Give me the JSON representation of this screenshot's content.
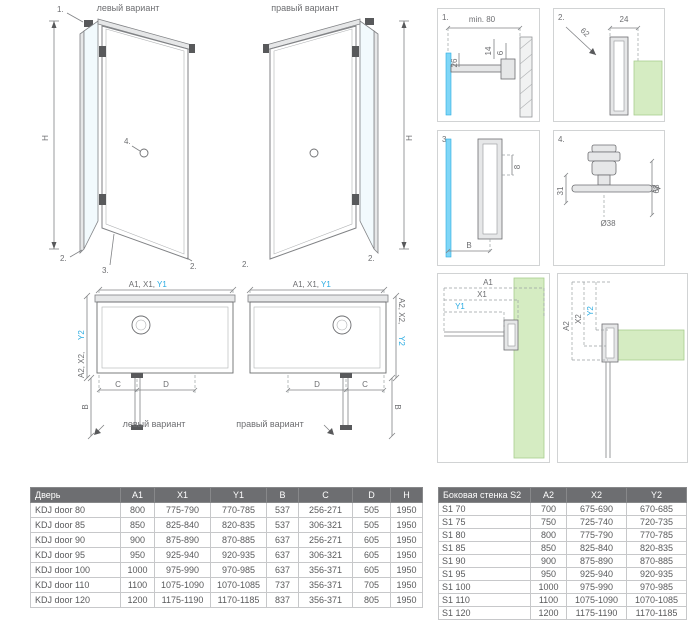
{
  "colors": {
    "accent_blue": "#29abe2",
    "wall_green": "#d5ecc2",
    "glass_blue": "#7fd6f7",
    "table_header_gray": "#6d6e71"
  },
  "iso": {
    "left_caption": "левый вариант",
    "right_caption": "правый вариант",
    "h_label": "H",
    "callout_1": "1.",
    "callout_2": "2.",
    "callout_3": "3.",
    "callout_4": "4."
  },
  "details": {
    "d1": {
      "num": "1.",
      "min80": "min. 80",
      "v26": "26",
      "v14": "14",
      "v6": "6"
    },
    "d2": {
      "num": "2.",
      "v62": "62",
      "v24": "24"
    },
    "d3": {
      "num": "3.",
      "vB": "B",
      "v8": "8"
    },
    "d4": {
      "num": "4.",
      "v31": "31",
      "d38": "Ø38",
      "v68": "68"
    }
  },
  "plan": {
    "dims_h_gray": "A1, X1,",
    "dims_h_blue": "Y1",
    "dims_v_gray": "A2, X2,",
    "dims_v_blue": "Y2",
    "b": "B",
    "c": "C",
    "d": "D",
    "left_caption": "левый вариант",
    "right_caption": "правый вариант"
  },
  "corner": {
    "a1": "A1",
    "x1": "X1",
    "y1": "Y1",
    "a2": "A2",
    "x2": "X2",
    "y2": "Y2"
  },
  "door_table": {
    "headers": [
      "Дверь",
      "A1",
      "X1",
      "Y1",
      "B",
      "C",
      "D",
      "H"
    ],
    "rows": [
      [
        "KDJ door 80",
        "800",
        "775-790",
        "770-785",
        "537",
        "256-271",
        "505",
        "1950"
      ],
      [
        "KDJ door 85",
        "850",
        "825-840",
        "820-835",
        "537",
        "306-321",
        "505",
        "1950"
      ],
      [
        "KDJ door 90",
        "900",
        "875-890",
        "870-885",
        "637",
        "256-271",
        "605",
        "1950"
      ],
      [
        "KDJ door 95",
        "950",
        "925-940",
        "920-935",
        "637",
        "306-321",
        "605",
        "1950"
      ],
      [
        "KDJ door 100",
        "1000",
        "975-990",
        "970-985",
        "637",
        "356-371",
        "605",
        "1950"
      ],
      [
        "KDJ door 110",
        "1100",
        "1075-1090",
        "1070-1085",
        "737",
        "356-371",
        "705",
        "1950"
      ],
      [
        "KDJ door 120",
        "1200",
        "1175-1190",
        "1170-1185",
        "837",
        "356-371",
        "805",
        "1950"
      ]
    ]
  },
  "side_table": {
    "headers": [
      "Боковая стенка S2",
      "A2",
      "X2",
      "Y2"
    ],
    "rows": [
      [
        "S1 70",
        "700",
        "675-690",
        "670-685"
      ],
      [
        "S1 75",
        "750",
        "725-740",
        "720-735"
      ],
      [
        "S1 80",
        "800",
        "775-790",
        "770-785"
      ],
      [
        "S1 85",
        "850",
        "825-840",
        "820-835"
      ],
      [
        "S1 90",
        "900",
        "875-890",
        "870-885"
      ],
      [
        "S1 95",
        "950",
        "925-940",
        "920-935"
      ],
      [
        "S1 100",
        "1000",
        "975-990",
        "970-985"
      ],
      [
        "S1 110",
        "1100",
        "1075-1090",
        "1070-1085"
      ],
      [
        "S1 120",
        "1200",
        "1175-1190",
        "1170-1185"
      ]
    ]
  }
}
